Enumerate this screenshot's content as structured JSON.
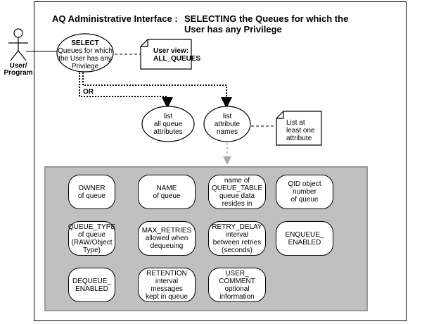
{
  "title": {
    "prefix": "AQ Administrative Interface :",
    "line1": "SELECTING the Queues for which the",
    "line2": "User has any Privilege"
  },
  "actor": {
    "line1": "User/",
    "line2": "Program"
  },
  "select_node": {
    "line1": "SELECT",
    "line2": "Queues for which",
    "line3": "the User has any",
    "line4": "Privilege"
  },
  "note_user_view": {
    "line1": "User view:",
    "line2": "ALL_QUEUES"
  },
  "or_label": "OR",
  "list_all": {
    "line1": "list",
    "line2": "all queue",
    "line3": "attributes"
  },
  "list_names": {
    "line1": "list",
    "line2": "attribute",
    "line3": "names"
  },
  "note_list": {
    "line1": "List at",
    "line2": "least one",
    "line3": "attribute"
  },
  "attributes": [
    {
      "label": "OWNER\nof queue"
    },
    {
      "label": "NAME\nof queue"
    },
    {
      "label": "name of\nQUEUE_TABLE\nqueue data\nresides in"
    },
    {
      "label": "QID object\nnumber\nof queue"
    },
    {
      "label": "QUEUE_TYPE\nof queue\n(RAW/Object\nType)"
    },
    {
      "label": "MAX_RETRIES\nallowed when\ndequeuing"
    },
    {
      "label": "RETRY_DELAY\ninterval\nbetween retries\n(seconds)"
    },
    {
      "label": "ENQUEUE_\nENABLED"
    },
    {
      "label": "DEQUEUE_\nENABLED"
    },
    {
      "label": "RETENTION\ninterval\nmessages\nkept in queue"
    },
    {
      "label": "USER_\nCOMMENT\noptional\ninformation"
    }
  ]
}
